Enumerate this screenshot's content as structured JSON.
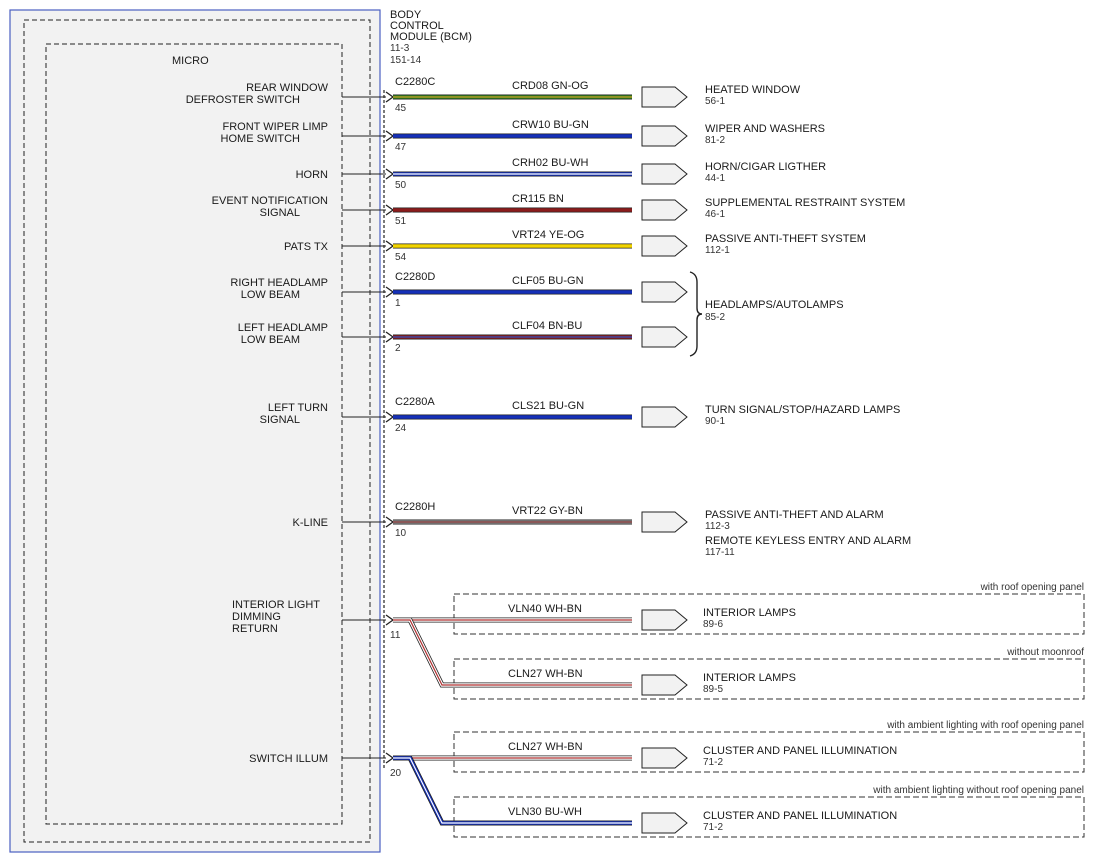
{
  "module": {
    "lines": [
      "BODY",
      "CONTROL",
      "MODULE (BCM)",
      "11-3",
      "151-14"
    ],
    "inner_label": "MICRO"
  },
  "colors": {
    "GN-OG": [
      "#2e7d1e",
      "#c9a227"
    ],
    "BU-GN": [
      "#1530b8",
      "#1530b8"
    ],
    "BU-WH": [
      "#1530b8",
      "#ffffff"
    ],
    "BN": [
      "#8b1c1c",
      "#8b1c1c"
    ],
    "YE-OG": [
      "#f2d400",
      "#f2d400"
    ],
    "BN-BU": [
      "#8b1c1c",
      "#3050c0"
    ],
    "GY-BN": [
      "#8a8a8a",
      "#8b3a3a"
    ],
    "WH-BN": [
      "#ffffff",
      "#b03030"
    ],
    "module_border": "#4a5fc1",
    "module_fill": "#f2f2f2"
  },
  "circuits": [
    {
      "id": "c45",
      "signal": [
        "REAR WINDOW",
        "DEFROSTER SWITCH"
      ],
      "connector": "C2280C",
      "pin": "45",
      "circuit": "CRD08",
      "color": "GN-OG",
      "dest": [
        "HEATED WINDOW",
        "56-1"
      ]
    },
    {
      "id": "c47",
      "signal": [
        "FRONT WIPER LIMP",
        "HOME SWITCH"
      ],
      "connector": "",
      "pin": "47",
      "circuit": "CRW10",
      "color": "BU-GN",
      "dest": [
        "WIPER AND WASHERS",
        "81-2"
      ]
    },
    {
      "id": "c50",
      "signal": [
        "HORN"
      ],
      "connector": "",
      "pin": "50",
      "circuit": "CRH02",
      "color": "BU-WH",
      "dest": [
        "HORN/CIGAR LIGTHER",
        "44-1"
      ]
    },
    {
      "id": "c51",
      "signal": [
        "EVENT NOTIFICATION",
        "SIGNAL"
      ],
      "connector": "",
      "pin": "51",
      "circuit": "CR115",
      "color": "BN",
      "dest": [
        "SUPPLEMENTAL RESTRAINT SYSTEM",
        "46-1"
      ]
    },
    {
      "id": "c54",
      "signal": [
        "PATS TX"
      ],
      "connector": "",
      "pin": "54",
      "circuit": "VRT24",
      "color": "YE-OG",
      "dest": [
        "PASSIVE ANTI-THEFT SYSTEM",
        "112-1"
      ]
    },
    {
      "id": "c1",
      "signal": [
        "RIGHT HEADLAMP",
        "LOW BEAM"
      ],
      "connector": "C2280D",
      "pin": "1",
      "circuit": "CLF05",
      "color": "BU-GN",
      "dest": []
    },
    {
      "id": "c2",
      "signal": [
        "LEFT HEADLAMP",
        "LOW BEAM"
      ],
      "connector": "",
      "pin": "2",
      "circuit": "CLF04",
      "color": "BN-BU",
      "dest": []
    },
    {
      "id": "c24",
      "signal": [
        "LEFT TURN",
        "SIGNAL"
      ],
      "connector": "C2280A",
      "pin": "24",
      "circuit": "CLS21",
      "color": "BU-GN",
      "dest": [
        "TURN SIGNAL/STOP/HAZARD LAMPS",
        "90-1"
      ]
    },
    {
      "id": "c10",
      "signal": [
        "K-LINE"
      ],
      "connector": "C2280H",
      "pin": "10",
      "circuit": "VRT22",
      "color": "GY-BN",
      "dest": [
        "PASSIVE ANTI-THEFT AND ALARM",
        "112-3",
        "REMOTE KEYLESS ENTRY AND ALARM",
        "117-11"
      ]
    }
  ],
  "headlamps_dest": [
    "HEADLAMPS/AUTOLAMPS",
    "85-2"
  ],
  "split_circuits": [
    {
      "id": "s11",
      "signal": [
        "INTERIOR LIGHT",
        "DIMMING",
        "RETURN"
      ],
      "pin": "11",
      "branches": [
        {
          "condition": "with roof opening panel",
          "circuit": "VLN40",
          "color": "WH-BN",
          "dest": [
            "INTERIOR LAMPS",
            "89-6"
          ]
        },
        {
          "condition": "without moonroof",
          "circuit": "CLN27",
          "color": "WH-BN",
          "dest": [
            "INTERIOR LAMPS",
            "89-5"
          ]
        }
      ]
    },
    {
      "id": "s20",
      "signal": [
        "SWITCH ILLUM"
      ],
      "pin": "20",
      "branches": [
        {
          "condition": "with ambient lighting with roof opening panel",
          "circuit": "CLN27",
          "color": "WH-BN",
          "dest": [
            "CLUSTER AND PANEL ILLUMINATION",
            "71-2"
          ]
        },
        {
          "condition": "with ambient lighting without roof opening panel",
          "circuit": "VLN30",
          "color": "BU-WH",
          "dest": [
            "CLUSTER AND PANEL ILLUMINATION",
            "71-2"
          ]
        }
      ]
    }
  ]
}
